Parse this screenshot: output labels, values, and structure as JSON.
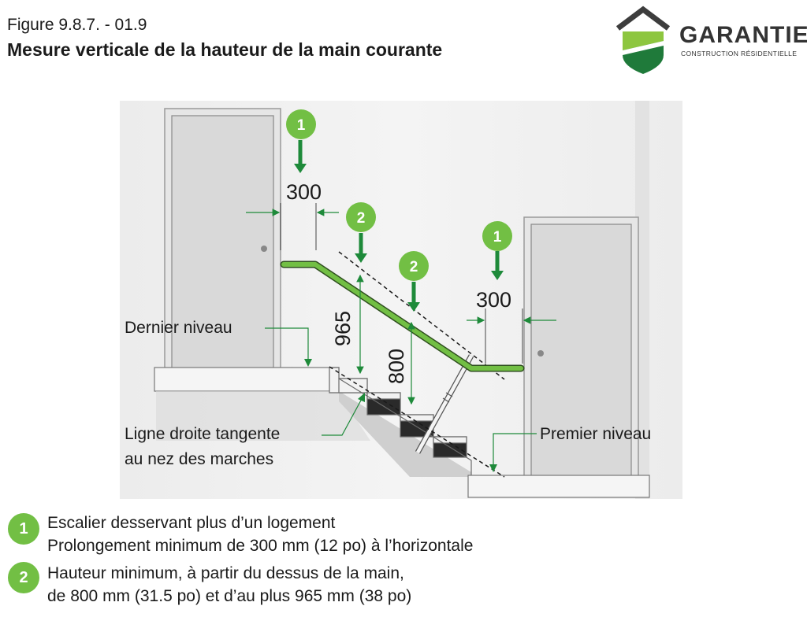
{
  "header": {
    "figure_number": "Figure 9.8.7. - 01.9",
    "title": "Mesure verticale de la hauteur de la main courante"
  },
  "logo": {
    "name": "GARANTIE",
    "subtitle": "CONSTRUCTION RÉSIDENTIELLE"
  },
  "diagram": {
    "dim_300_left": "300",
    "dim_300_right": "300",
    "dim_965": "965",
    "dim_800": "800",
    "label_dernier_niveau": "Dernier niveau",
    "label_premier_niveau": "Premier niveau",
    "label_ligne_1": "Ligne droite tangente",
    "label_ligne_2": "au nez des marches",
    "badge_1": "1",
    "badge_2": "2"
  },
  "legend": [
    {
      "number": "1",
      "line1": "Escalier desservant plus d’un logement",
      "line2": "Prolongement minimum de 300 mm (12 po) à l’horizontale"
    },
    {
      "number": "2",
      "line1": "Hauteur minimum, à partir du dessus de la main,",
      "line2": "de 800 mm (31.5 po) et d’au plus 965 mm (38 po)"
    }
  ],
  "colors": {
    "accent_green": "#72bf44",
    "arrow_green": "#1e8a3a",
    "logo_dark_green": "#1f7a3a"
  }
}
